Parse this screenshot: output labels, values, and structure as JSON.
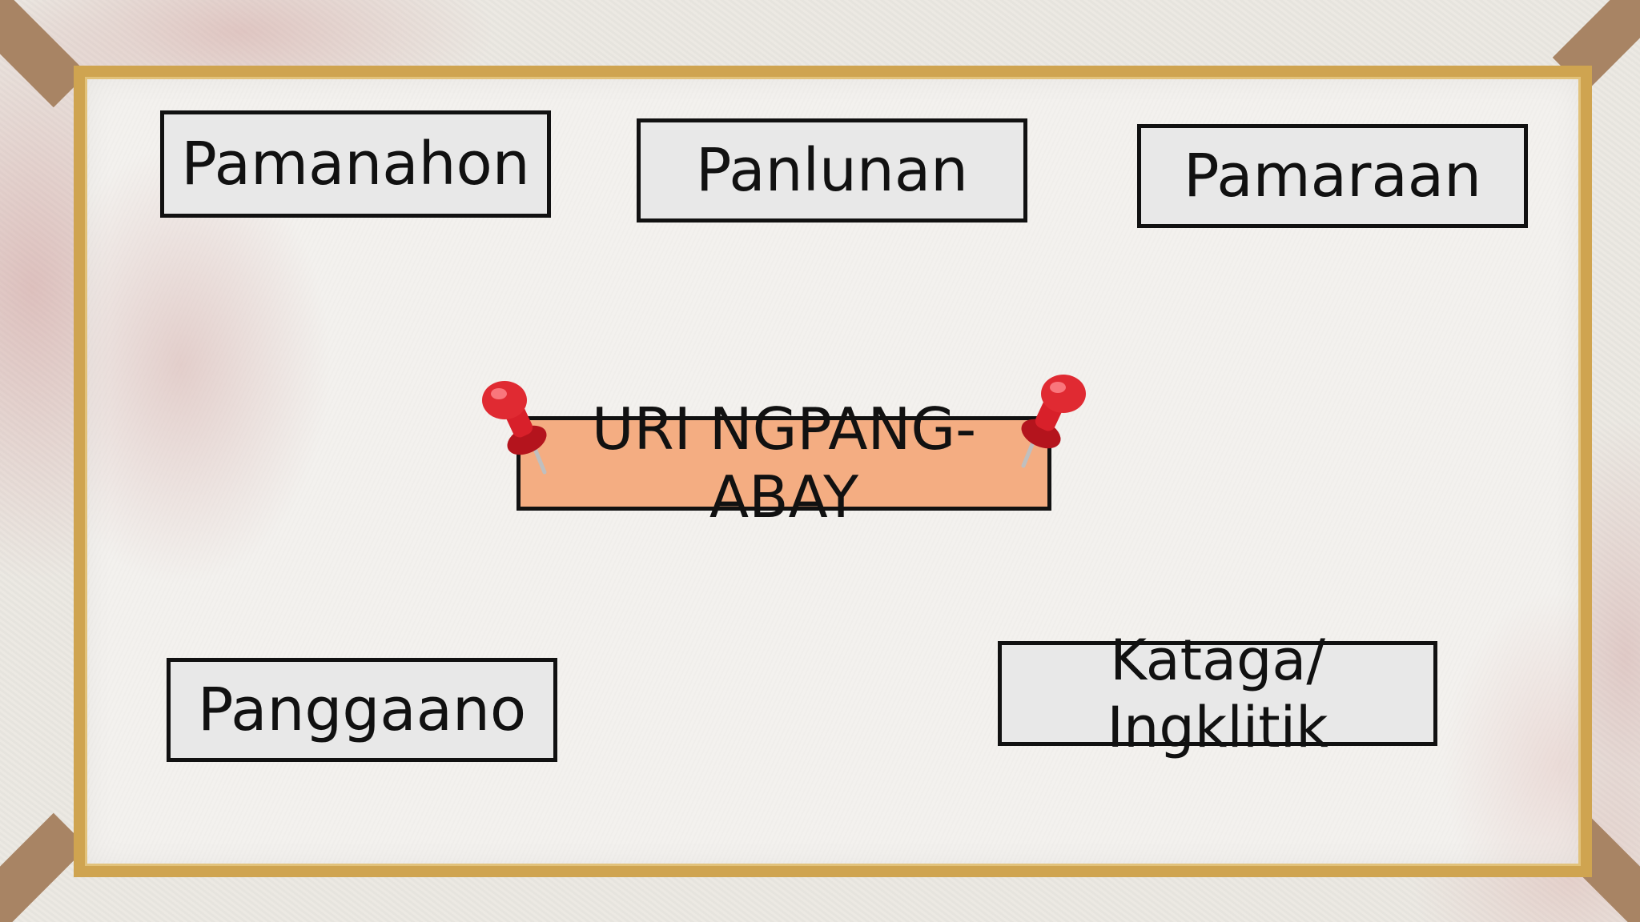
{
  "labels": {
    "top_left": "Pamanahon",
    "top_center": "Panlunan",
    "top_right": "Pamaraan",
    "bottom_left": "Panggaano",
    "bottom_right_line1": "Kataga/",
    "bottom_right_line2": "Ingklitik"
  },
  "center_title": {
    "line1": "URI NGPANG-",
    "line2": "ABAY"
  },
  "colors": {
    "frame_gold": "#cfa450",
    "center_box_fill": "#f4ad82",
    "label_box_fill": "#e8e8e8",
    "pin_red": "#d8202a"
  },
  "icons": {
    "pins": [
      "push-pin-icon",
      "push-pin-icon"
    ]
  }
}
